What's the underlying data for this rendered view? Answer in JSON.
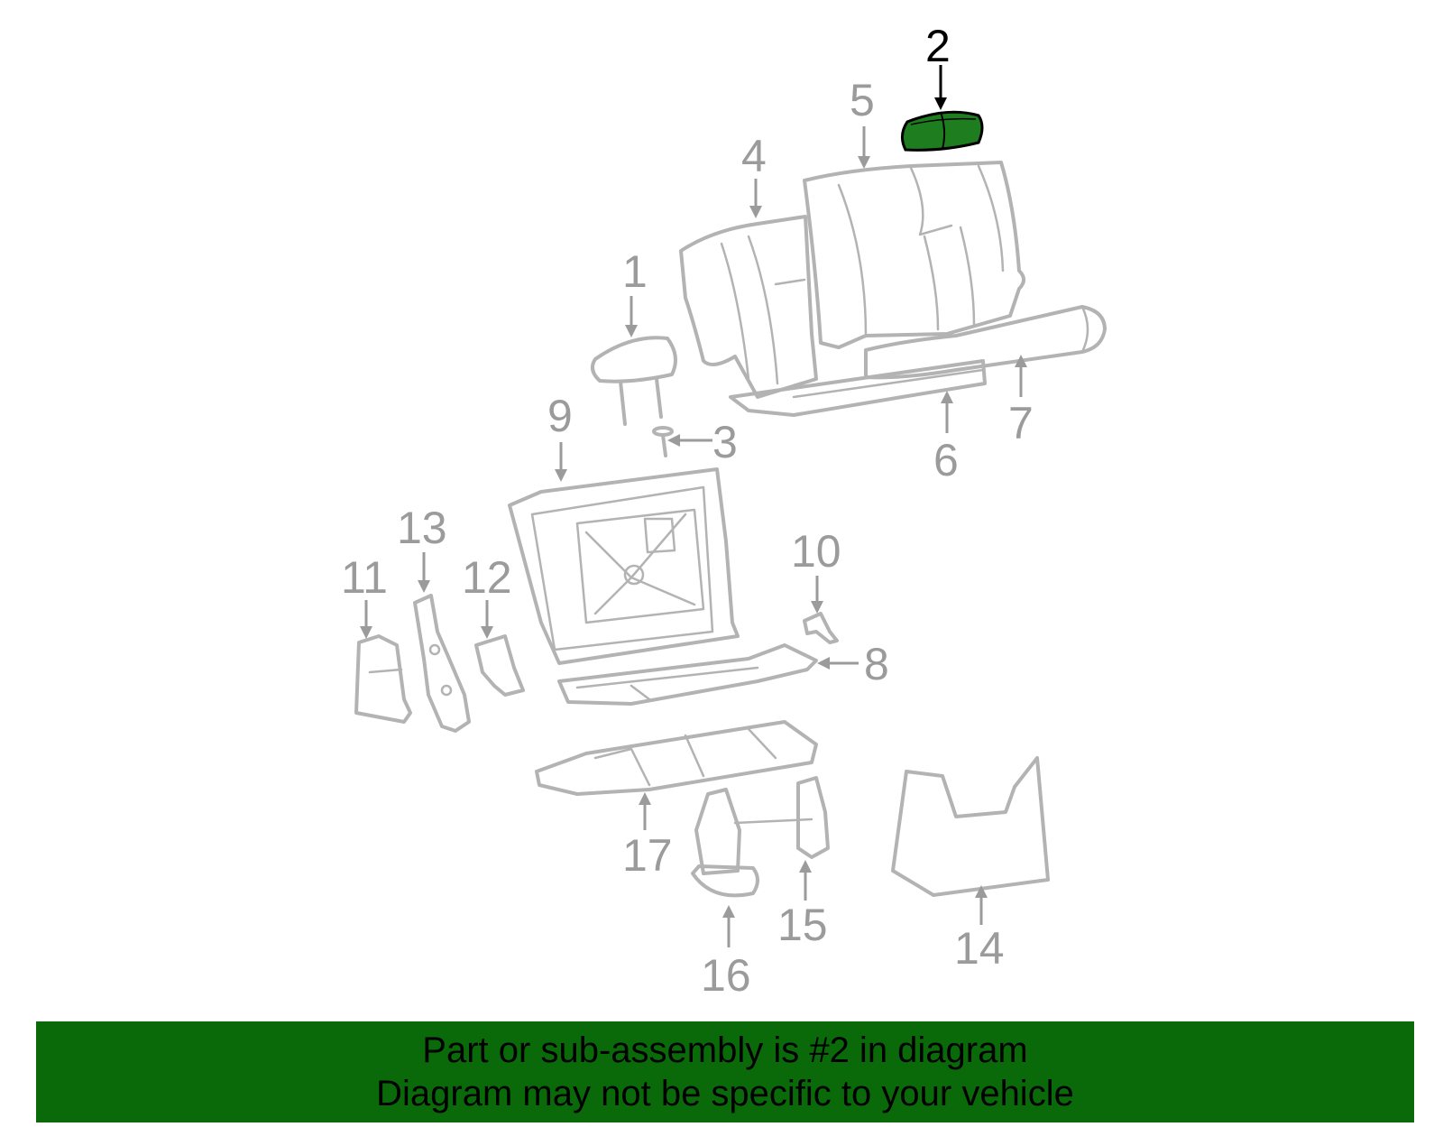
{
  "diagram": {
    "highlight_color": "#1a7a1a",
    "highlighted_part": "2",
    "callouts": [
      "1",
      "2",
      "3",
      "4",
      "5",
      "6",
      "7",
      "8",
      "9",
      "10",
      "11",
      "12",
      "13",
      "14",
      "15",
      "16",
      "17"
    ]
  },
  "banner": {
    "color": "#0a6a0a",
    "line1": "Part or sub-assembly is #2 in diagram",
    "line2": "Diagram may not be specific to your vehicle"
  }
}
